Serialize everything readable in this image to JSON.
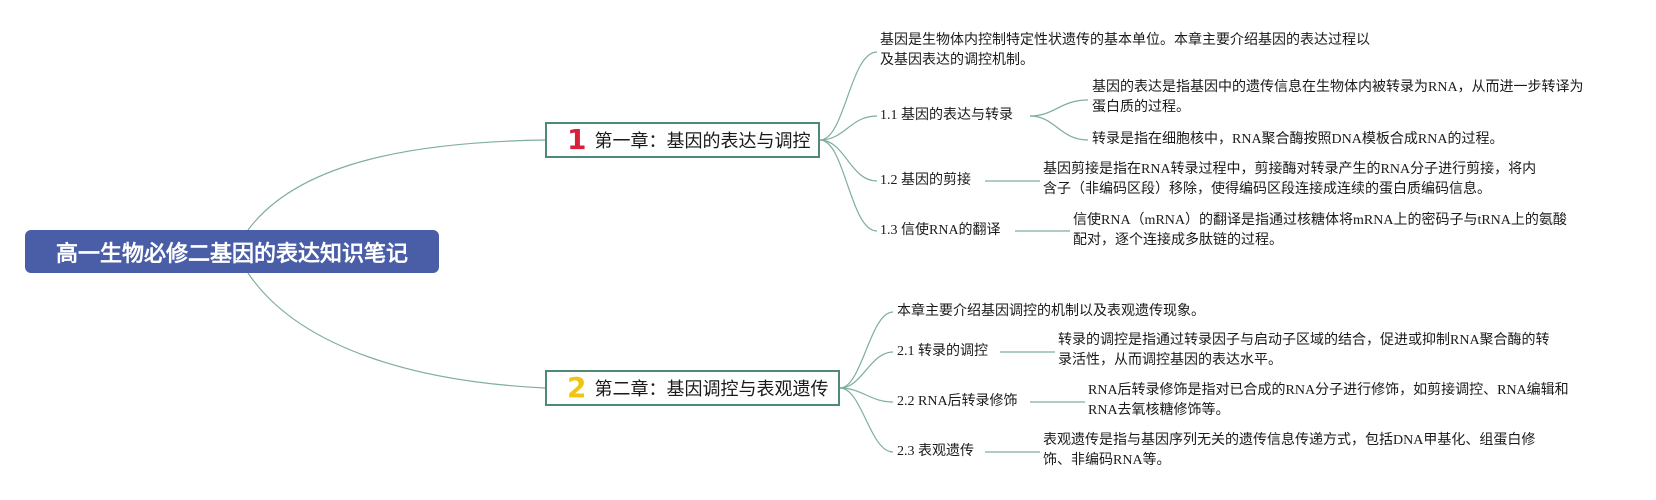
{
  "root": {
    "title": "高一生物必修二基因的表达知识笔记"
  },
  "chapters": [
    {
      "number": "1",
      "title": "第一章：基因的表达与调控",
      "intro": [
        "基因是生物体内控制特定性状遗传的基本单位。本章主要介绍基因的表达过程以",
        "及基因表达的调控机制。"
      ],
      "sections": [
        {
          "title": "1.1 基因的表达与转录",
          "details": [
            [
              "基因的表达是指基因中的遗传信息在生物体内被转录为RNA，从而进一步转译为",
              "蛋白质的过程。"
            ],
            [
              "转录是指在细胞核中，RNA聚合酶按照DNA模板合成RNA的过程。"
            ]
          ]
        },
        {
          "title": "1.2 基因的剪接",
          "details": [
            [
              "基因剪接是指在RNA转录过程中，剪接酶对转录产生的RNA分子进行剪接，将内",
              "含子（非编码区段）移除，使得编码区段连接成连续的蛋白质编码信息。"
            ]
          ]
        },
        {
          "title": "1.3 信使RNA的翻译",
          "details": [
            [
              "信使RNA（mRNA）的翻译是指通过核糖体将mRNA上的密码子与tRNA上的氨酸",
              "配对，逐个连接成多肽链的过程。"
            ]
          ]
        }
      ]
    },
    {
      "number": "2",
      "title": "第二章：基因调控与表观遗传",
      "intro": [
        "本章主要介绍基因调控的机制以及表观遗传现象。"
      ],
      "sections": [
        {
          "title": "2.1 转录的调控",
          "details": [
            [
              "转录的调控是指通过转录因子与启动子区域的结合，促进或抑制RNA聚合酶的转",
              "录活性，从而调控基因的表达水平。"
            ]
          ]
        },
        {
          "title": "2.2 RNA后转录修饰",
          "details": [
            [
              "RNA后转录修饰是指对已合成的RNA分子进行修饰，如剪接调控、RNA编辑和",
              "RNA去氧核糖修饰等。"
            ]
          ]
        },
        {
          "title": "2.3 表观遗传",
          "details": [
            [
              "表观遗传是指与基因序列无关的遗传信息传递方式，包括DNA甲基化、组蛋白修",
              "饰、非编码RNA等。"
            ]
          ]
        }
      ]
    }
  ]
}
